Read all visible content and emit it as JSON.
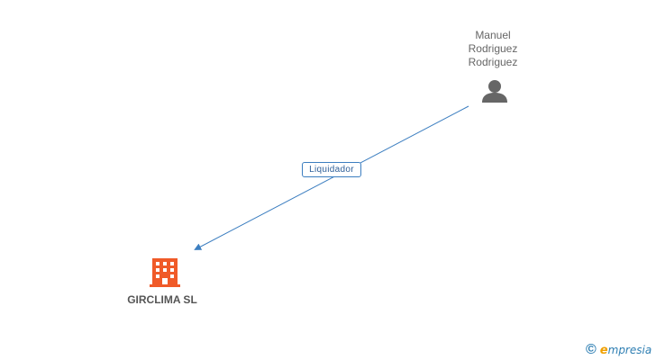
{
  "person": {
    "name_lines": [
      "Manuel",
      "Rodriguez",
      "Rodriguez"
    ],
    "icon": "person-icon"
  },
  "company": {
    "name": "GIRCLIMA SL",
    "icon": "building-icon",
    "color": "#f05a28"
  },
  "relation": {
    "label": "Liquidador",
    "color": "#3c7ec0",
    "from": "person",
    "to": "company"
  },
  "footer": {
    "copyright_symbol": "©",
    "brand_initial": "e",
    "brand_rest": "mpresia"
  }
}
